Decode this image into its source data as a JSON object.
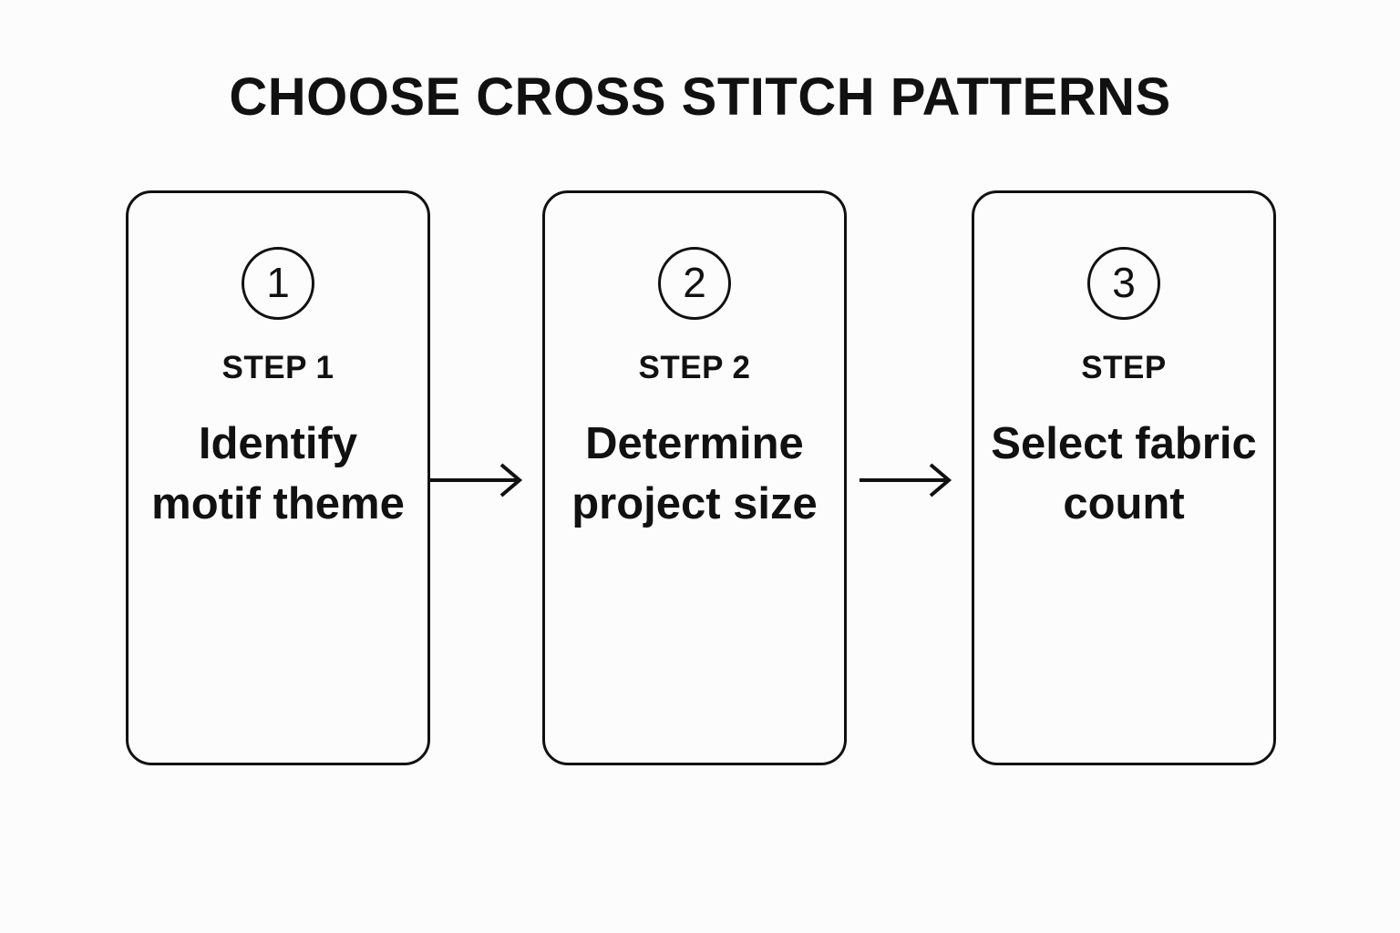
{
  "page": {
    "title": "CHOOSE CROSS STITCH PATTERNS",
    "background_color": "#fcfcfc",
    "ink_color": "#111111"
  },
  "flow": {
    "steps": [
      {
        "number": "1",
        "label": "STEP 1",
        "body": "Identify motif theme"
      },
      {
        "number": "2",
        "label": "STEP 2",
        "body": "Determine project size"
      },
      {
        "number": "3",
        "label": "STEP",
        "body": "Select fabric count"
      }
    ],
    "connectors": [
      {
        "icon": "arrow-right-icon",
        "from": "1",
        "to": "2"
      },
      {
        "icon": "arrow-right-icon",
        "from": "2",
        "to": "3"
      }
    ]
  }
}
